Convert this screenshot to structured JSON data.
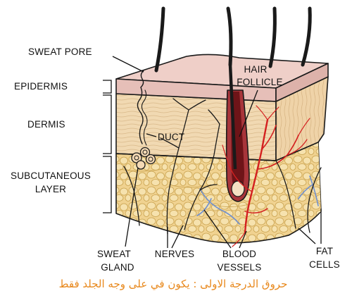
{
  "labels": {
    "sweat_pore": "SWEAT PORE",
    "epidermis": "EPIDERMIS",
    "dermis": "DERMIS",
    "subcutaneous_1": "SUBCUTANEOUS",
    "subcutaneous_2": "LAYER",
    "hair_1": "HAIR",
    "hair_2": "FOLLICLE",
    "duct": "DUCT",
    "sweat_gland_1": "SWEAT",
    "sweat_gland_2": "GLAND",
    "nerves": "NERVES",
    "blood_vessels_1": "BLOOD",
    "blood_vessels_2": "VESSELS",
    "fat_cells_1": "FAT",
    "fat_cells_2": "CELLS"
  },
  "caption": "حروق الدرجة الاولى : يكون في على وجه الجلد فقط",
  "colors": {
    "epidermis": "#e6bfb8",
    "dermis": "#f1d9b2",
    "fat": "#f0d290",
    "follicle": "#7e1e22",
    "blood_red": "#d42020",
    "blood_blue": "#6f8fcf",
    "caption": "#e8881c"
  }
}
